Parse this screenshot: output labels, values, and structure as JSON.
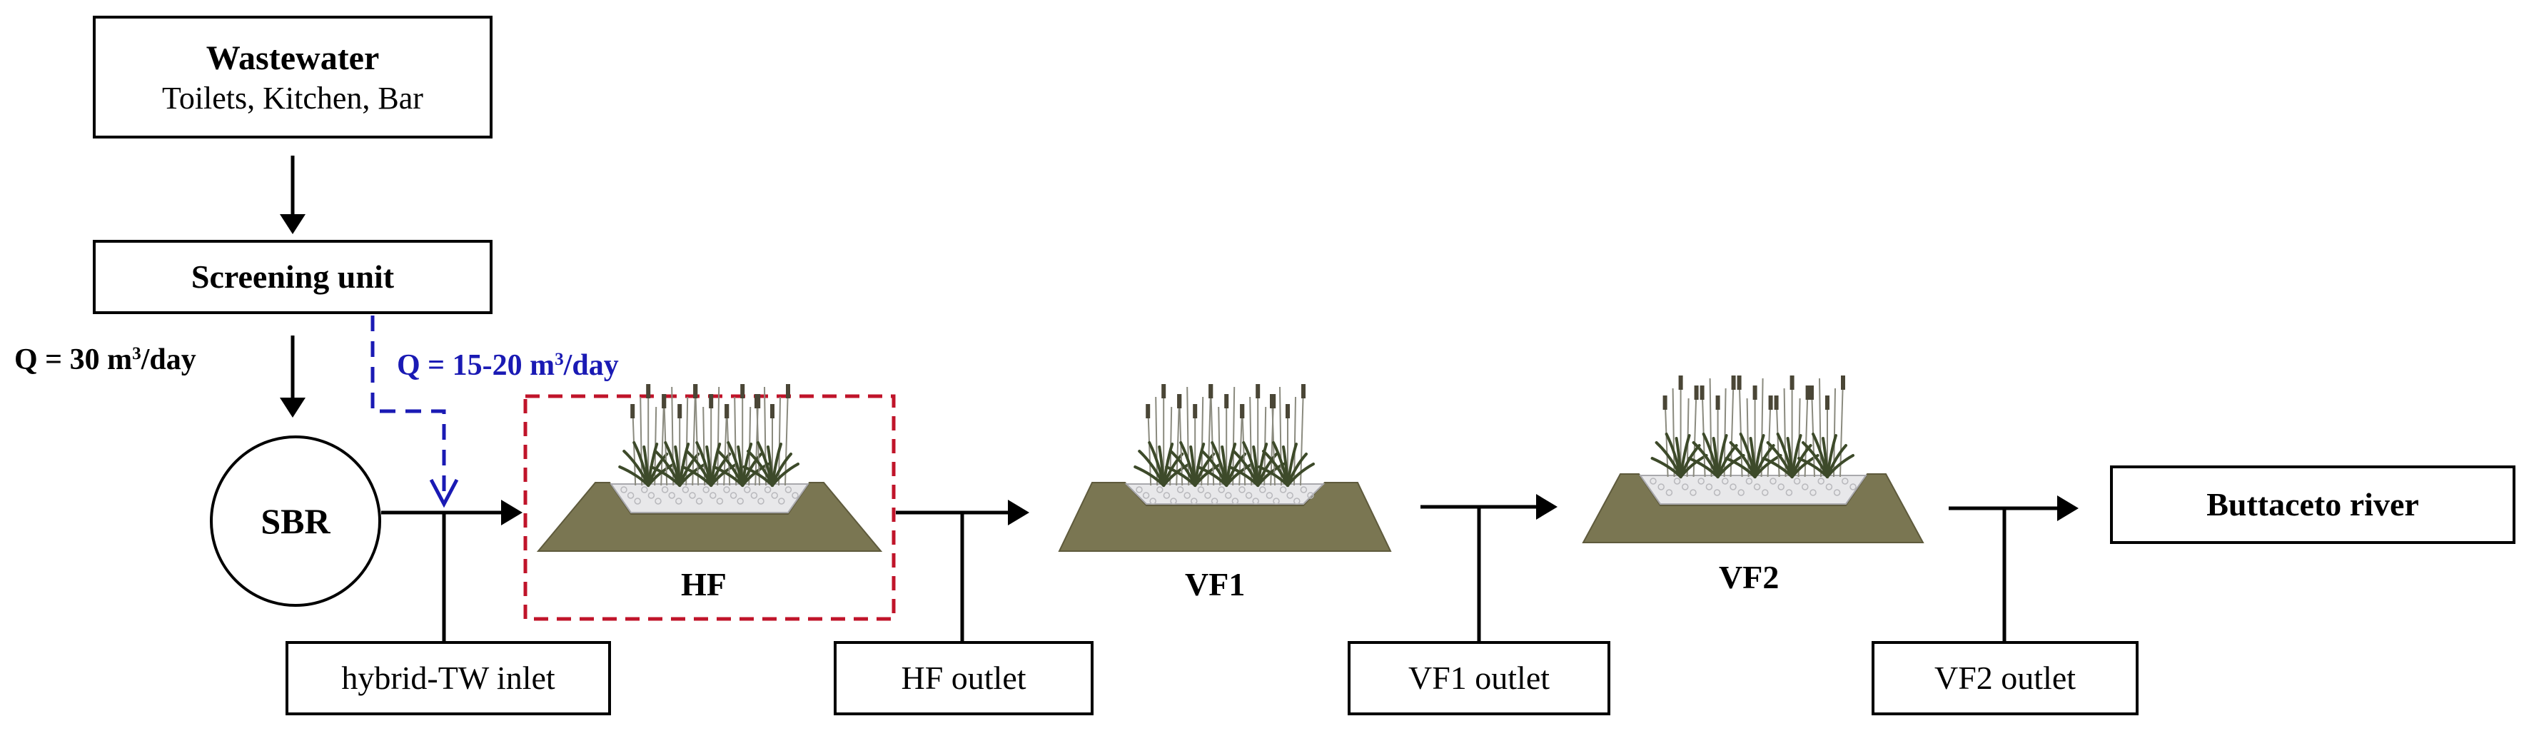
{
  "wastewater": {
    "title": "Wastewater",
    "subtitle": "Toilets, Kitchen, Bar"
  },
  "screening": {
    "label": "Screening unit"
  },
  "sbr": {
    "label": "SBR"
  },
  "flows": {
    "main": {
      "prefix": "Q = 30 m",
      "sup": "3",
      "suffix": "/day",
      "color": "#000000"
    },
    "bypass": {
      "prefix": "Q = 15-20 m",
      "sup": "3",
      "suffix": "/day",
      "color": "#1a1ab4"
    }
  },
  "beds": [
    {
      "label": "HF",
      "highlight_color": "#c0142a"
    },
    {
      "label": "VF1"
    },
    {
      "label": "VF2"
    }
  ],
  "sampling_points": [
    {
      "label": "hybrid-TW inlet"
    },
    {
      "label": "HF outlet"
    },
    {
      "label": "VF1 outlet"
    },
    {
      "label": "VF2 outlet"
    }
  ],
  "river": {
    "label": "Buttaceto river"
  },
  "colors": {
    "soil": "#7a7652",
    "gravel": "#e8e8ea",
    "plant": "#3d4a2a",
    "stem": "#8a8a7e",
    "line": "#000000"
  }
}
